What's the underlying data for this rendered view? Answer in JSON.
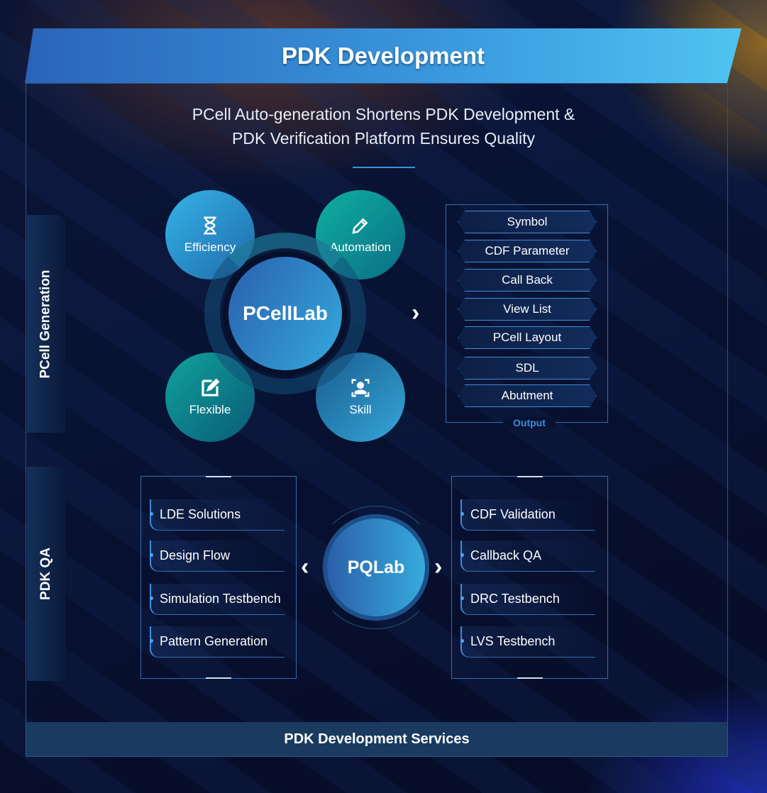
{
  "title": "PDK Development",
  "subtitle": [
    "PCell Auto-generation Shortens PDK Development &",
    "PDK Verification Platform Ensures Quality"
  ],
  "side_tabs": [
    "PCell Generation",
    "PDK QA"
  ],
  "pcell": {
    "center": "PCellLab",
    "petals": [
      {
        "label": "Efficiency",
        "icon": "hourglass-icon"
      },
      {
        "label": "Automation",
        "icon": "pencil-icon"
      },
      {
        "label": "Flexible",
        "icon": "edit-square-icon"
      },
      {
        "label": "Skill",
        "icon": "user-scan-icon"
      }
    ]
  },
  "output": {
    "label": "Output",
    "items": [
      "Symbol",
      "CDF Parameter",
      "Call Back",
      "View List",
      "PCell Layout",
      "SDL",
      "Abutment"
    ]
  },
  "qa": {
    "center": "PQLab",
    "left": [
      "LDE Solutions",
      "Design Flow",
      "Simulation Testbench",
      "Pattern Generation"
    ],
    "right": [
      "CDF Validation",
      "Callback QA",
      "DRC Testbench",
      "LVS Testbench"
    ]
  },
  "footer": "PDK Development Services",
  "colors": {
    "accent": "#3a8ee0",
    "teal": "#0b9a94",
    "banner": "#3a9ae0"
  }
}
